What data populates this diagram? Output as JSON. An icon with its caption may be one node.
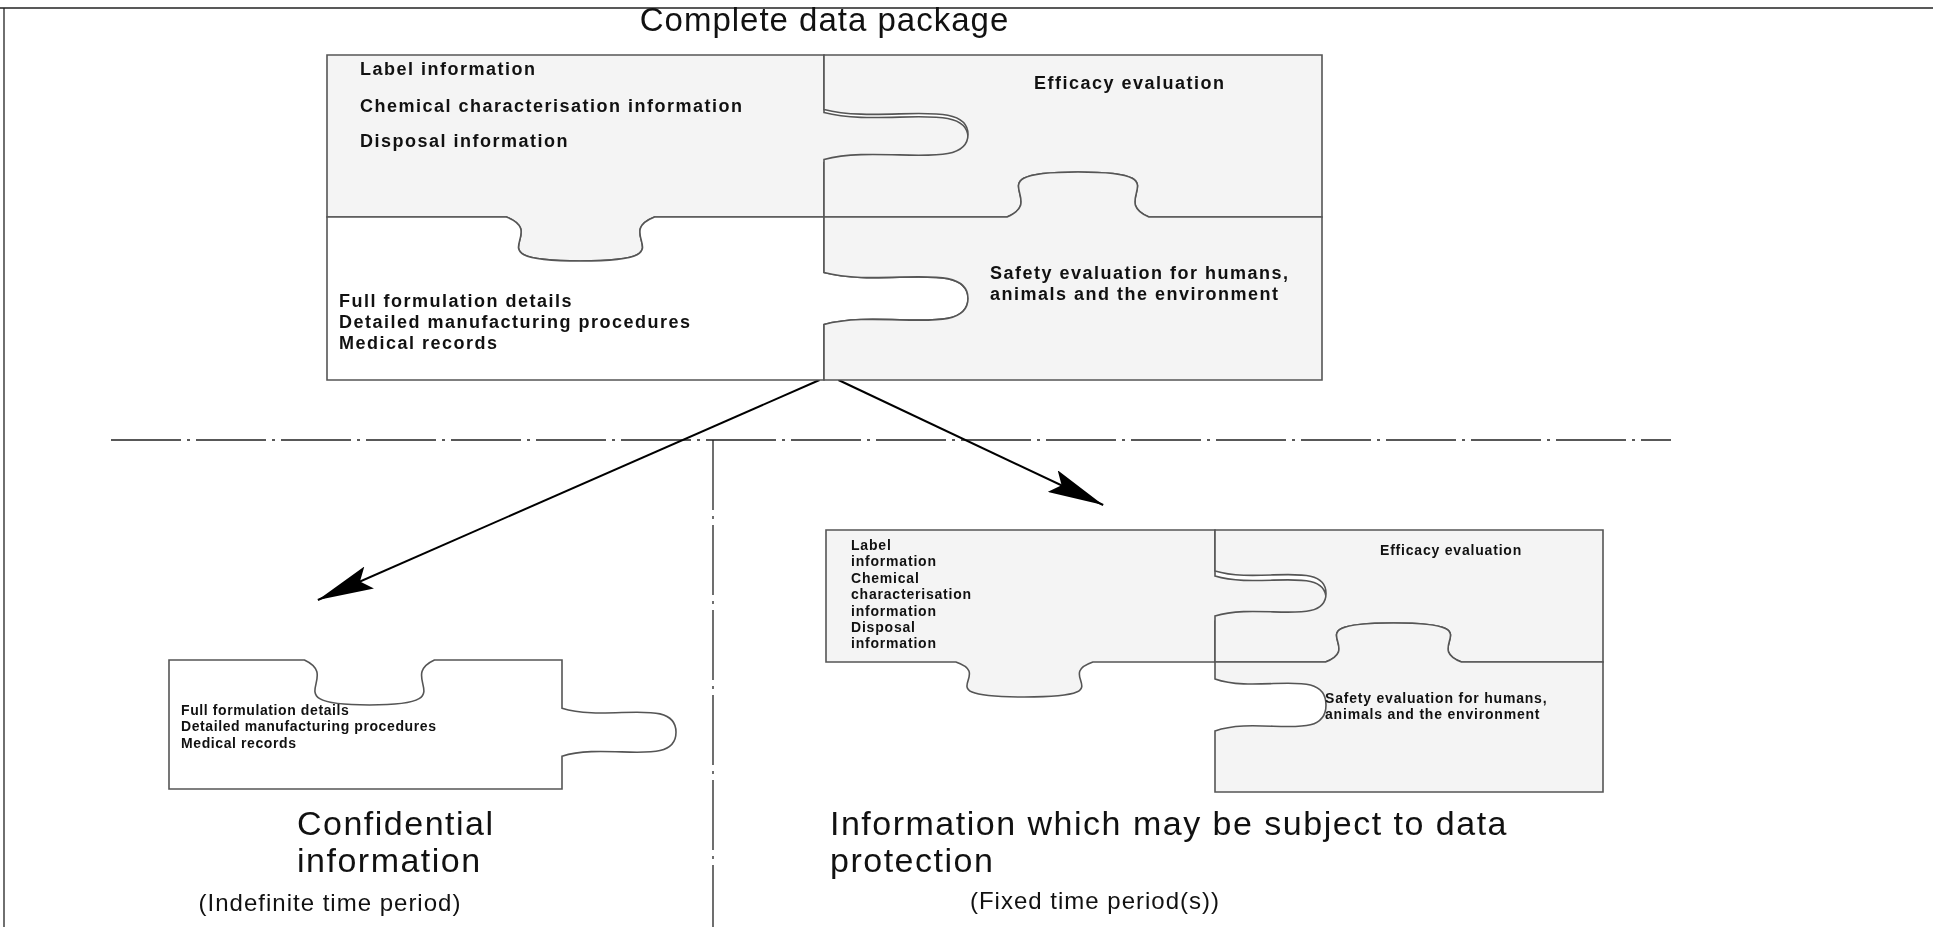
{
  "diagram": {
    "nodes": [
      {
        "text": [
          "Complete data package"
        ]
      },
      {
        "text": [
          "Label information",
          "Chemical characterisation information",
          "Disposal information"
        ],
        "in": 0
      },
      {
        "text": [
          "Efficacy evaluation"
        ],
        "in": 0
      },
      {
        "text": [
          "Full formulation details",
          "Detailed manufacturing procedures",
          "Medical records"
        ],
        "in": 0
      },
      {
        "text": [
          "Safety evaluation for humans, animals and the environment"
        ],
        "in": 0
      },
      {
        "text": [
          "Confidential information",
          "(Indefinite time period)"
        ]
      },
      {
        "text": [
          "Full formulation details",
          "Detailed manufacturing procedures",
          "Medical records"
        ],
        "in": 5
      },
      {
        "text": [
          "Information which may be subject to data protection",
          "(Fixed time period(s))"
        ]
      },
      {
        "text": [
          "Label information",
          "Chemical characterisation information",
          "Disposal information"
        ],
        "in": 7
      },
      {
        "text": [
          "Efficacy evaluation"
        ],
        "in": 7
      },
      {
        "text": [
          "Safety evaluation for humans, animals and the environment"
        ],
        "in": 7
      }
    ],
    "edges": [
      {
        "from": 0,
        "to": 5,
        "arrow": "to"
      },
      {
        "from": 0,
        "to": 7,
        "arrow": "to"
      }
    ]
  }
}
